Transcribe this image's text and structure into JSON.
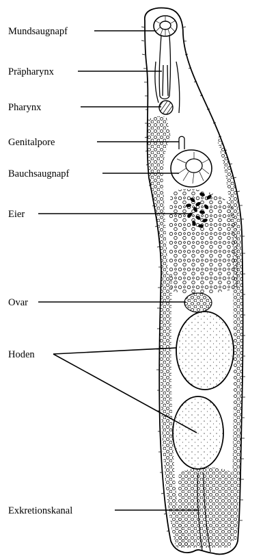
{
  "labels": {
    "mundsaugnapf": "Mundsaugnapf",
    "praepharynx": "Präpharynx",
    "pharynx": "Pharynx",
    "genitalpore": "Genitalpore",
    "bauchsaugnapf": "Bauchsaugnapf",
    "eier": "Eier",
    "ovar": "Ovar",
    "hoden": "Hoden",
    "exkretionskanal": "Exkretionskanal"
  },
  "colors": {
    "ink": "#000000",
    "background": "#ffffff"
  }
}
